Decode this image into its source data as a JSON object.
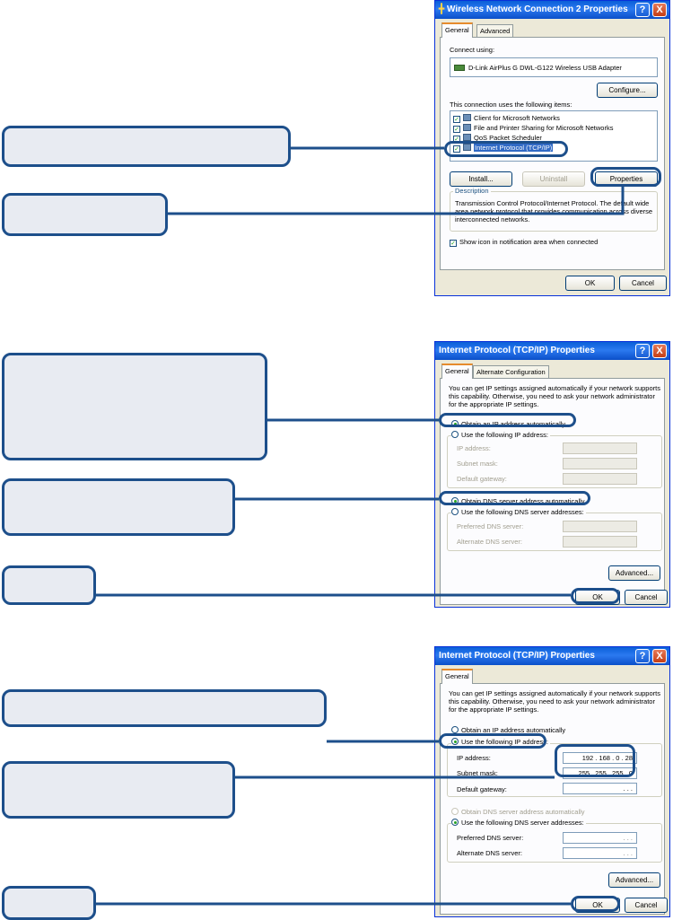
{
  "dialog1": {
    "title": "Wireless Network Connection 2 Properties",
    "help": "?",
    "close": "X",
    "tabs": [
      "General",
      "Advanced"
    ],
    "connect_using_label": "Connect using:",
    "adapter": "D-Link AirPlus G DWL-G122 Wireless USB Adapter",
    "configure": "Configure...",
    "items_label": "This connection uses the following items:",
    "items": [
      {
        "label": "Client for Microsoft Networks",
        "checked": true
      },
      {
        "label": "File and Printer Sharing for Microsoft Networks",
        "checked": true
      },
      {
        "label": "QoS Packet Scheduler",
        "checked": true
      },
      {
        "label": "Internet Protocol (TCP/IP)",
        "checked": true,
        "selected": true
      }
    ],
    "install": "Install...",
    "uninstall": "Uninstall",
    "properties": "Properties",
    "description_label": "Description",
    "description": "Transmission Control Protocol/Internet Protocol. The default wide area network protocol that provides communication across diverse interconnected networks.",
    "show_icon": "Show icon in notification area when connected",
    "ok": "OK",
    "cancel": "Cancel"
  },
  "dialog2": {
    "title": "Internet Protocol (TCP/IP) Properties",
    "help": "?",
    "close": "X",
    "tabs": [
      "General",
      "Alternate Configuration"
    ],
    "intro": "You can get IP settings assigned automatically if your network supports this capability. Otherwise, you need to ask your network administrator for the appropriate IP settings.",
    "obtain_ip": "Obtain an IP address automatically",
    "use_ip": "Use the following IP address:",
    "ip_label": "IP address:",
    "subnet_label": "Subnet mask:",
    "gateway_label": "Default gateway:",
    "obtain_dns": "Obtain DNS server address automatically",
    "use_dns": "Use the following DNS server addresses:",
    "preferred_dns": "Preferred DNS server:",
    "alternate_dns": "Alternate DNS server:",
    "advanced": "Advanced...",
    "ok": "OK",
    "cancel": "Cancel"
  },
  "dialog3": {
    "title": "Internet Protocol (TCP/IP) Properties",
    "help": "?",
    "close": "X",
    "tabs": [
      "General"
    ],
    "intro": "You can get IP settings assigned automatically if your network supports this capability. Otherwise, you need to ask your network administrator for the appropriate IP settings.",
    "obtain_ip": "Obtain an IP address automatically",
    "use_ip": "Use the following IP address:",
    "ip_label": "IP address:",
    "ip_value": "192 . 168 . 0 . 28",
    "subnet_label": "Subnet mask:",
    "subnet_value": "255 . 255 . 255 . 0",
    "gateway_label": "Default gateway:",
    "gateway_value": ".    .    .",
    "obtain_dns": "Obtain DNS server address automatically",
    "use_dns": "Use the following DNS server addresses:",
    "preferred_dns": "Preferred DNS server:",
    "alternate_dns": "Alternate DNS server:",
    "dns_empty": ".    .    .",
    "advanced": "Advanced...",
    "ok": "OK",
    "cancel": "Cancel"
  },
  "colors": {
    "callout_border": "#1d4f8b",
    "callout_fill": "#e8ebf2",
    "titlebar": "#0a5fd8",
    "dialog_bg": "#ece9d8"
  }
}
